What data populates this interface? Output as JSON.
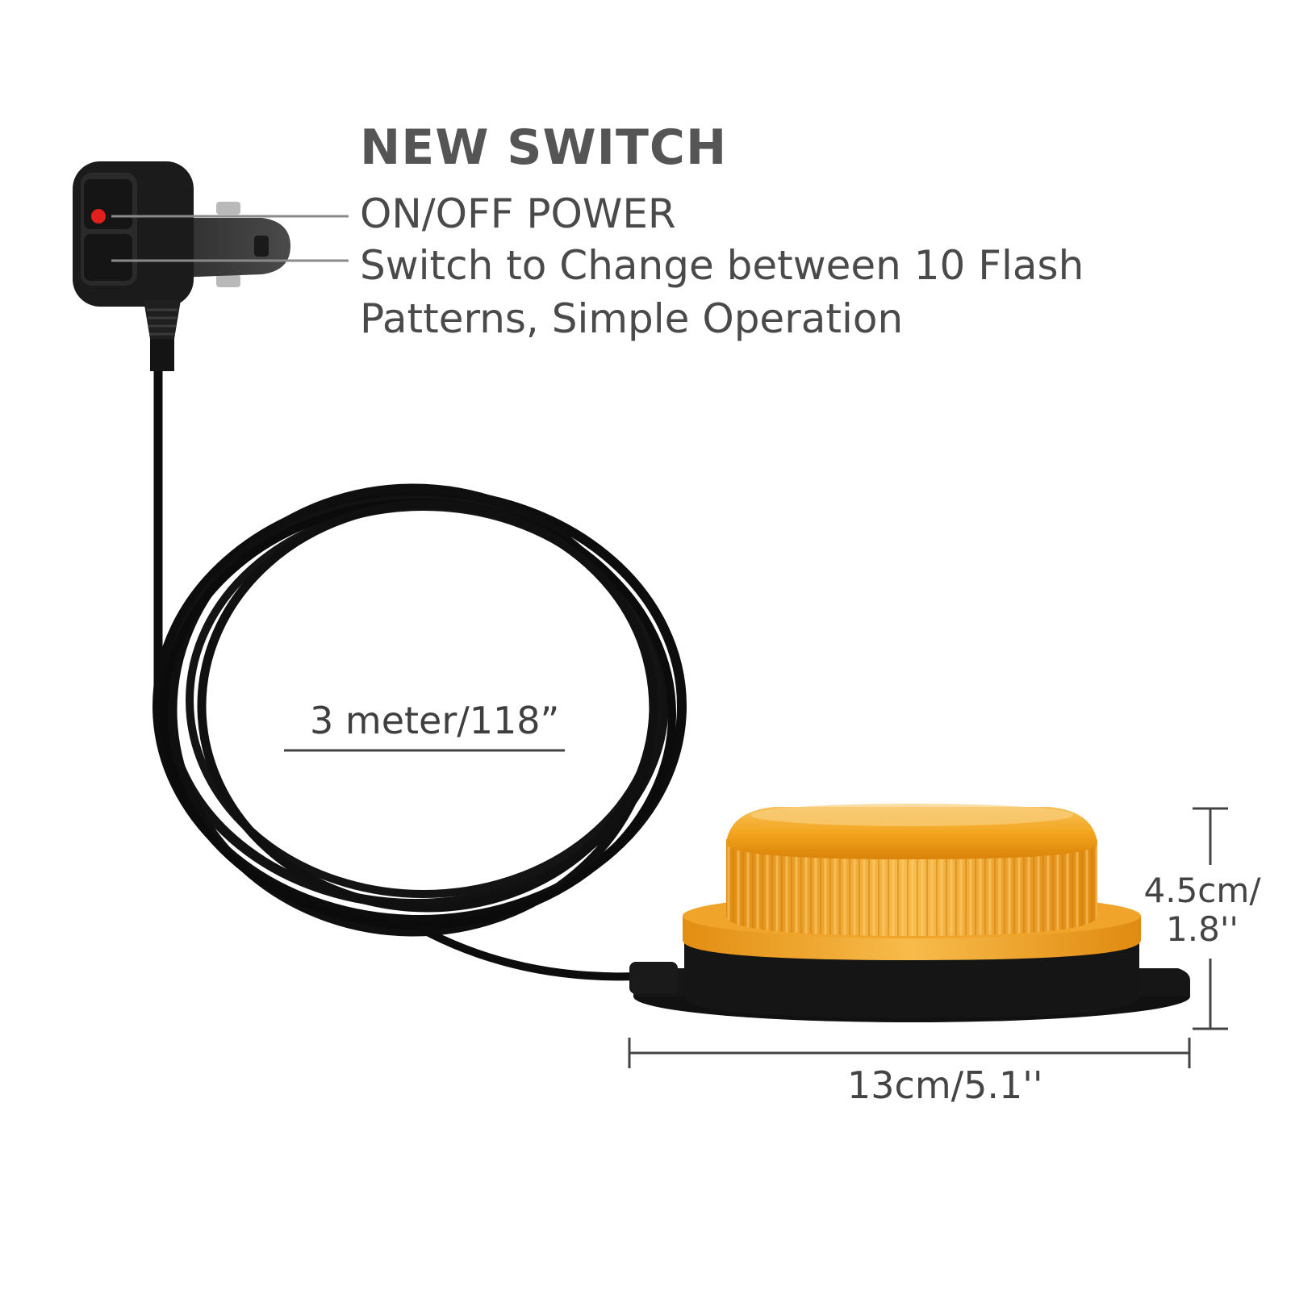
{
  "header": {
    "title": "NEW SWITCH"
  },
  "features": {
    "power": "ON/OFF POWER",
    "pattern_line1": "Switch to Change between 10 Flash",
    "pattern_line2": "Patterns, Simple Operation"
  },
  "dimensions": {
    "cable_length": "3 meter/118”",
    "height_line1": "4.5cm/",
    "height_line2": "1.8''",
    "width": "13cm/5.1''"
  },
  "colors": {
    "amber": "#f5a623",
    "indicator_red": "#e0201c",
    "cable": "#0d0d0d",
    "leader_line": "#888888"
  },
  "icons": {
    "plug": "cigarette-lighter-plug",
    "beacon": "amber-beacon-light"
  }
}
